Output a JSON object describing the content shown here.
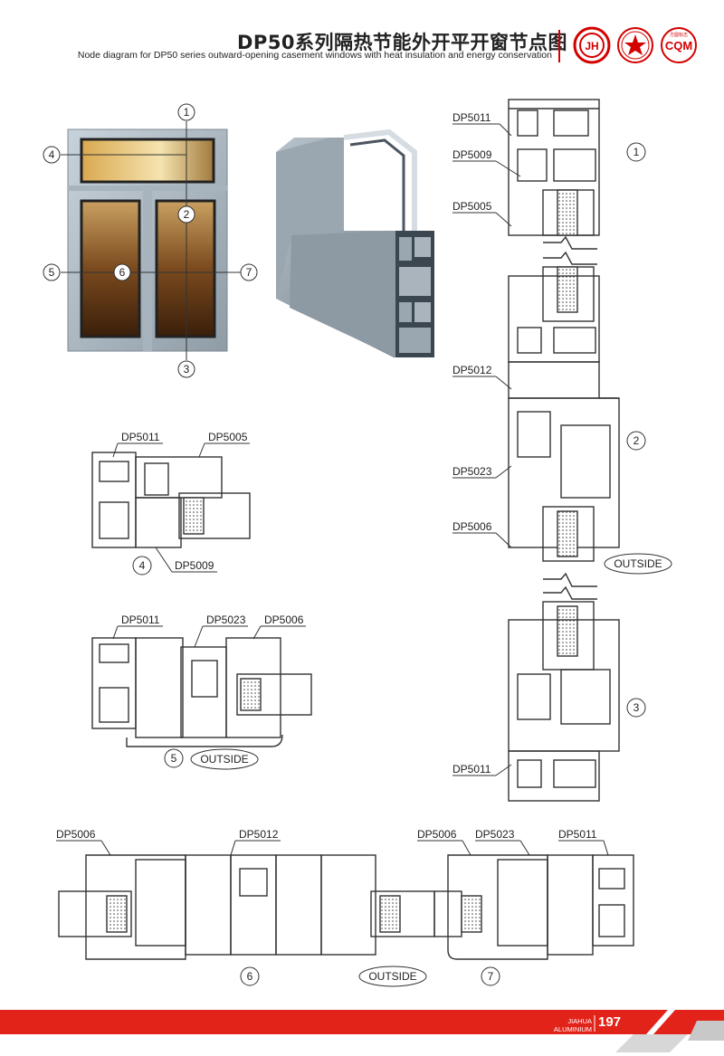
{
  "header": {
    "title_cn": "DP50系列隔热节能外开平开窗节点图",
    "subtitle_en": "Node diagram for DP50 series outward-opening casement windows with heat insulation and energy conservation",
    "logos": [
      "jiahua-logo",
      "certification-seal",
      "cqm-logo"
    ],
    "cqm_text": "CQM",
    "cqm_small": "方圆标志"
  },
  "elevation": {
    "callouts": [
      "1",
      "2",
      "3",
      "4",
      "5",
      "6",
      "7"
    ]
  },
  "profile_labels": {
    "right_column": [
      "DP5011",
      "DP5009",
      "DP5005",
      "DP5012",
      "DP5023",
      "DP5006",
      "DP5011"
    ],
    "right_nodes": [
      "1",
      "2",
      "3"
    ],
    "right_outside": "OUTSIDE",
    "node4": {
      "num": "4",
      "labels": [
        "DP5011",
        "DP5005",
        "DP5009"
      ]
    },
    "node5": {
      "num": "5",
      "labels": [
        "DP5011",
        "DP5023",
        "DP5006"
      ],
      "outside": "OUTSIDE"
    },
    "bottom": {
      "labels": [
        "DP5006",
        "DP5012",
        "DP5006",
        "DP5023",
        "DP5011"
      ],
      "nums": [
        "6",
        "7"
      ],
      "outside": "OUTSIDE"
    }
  },
  "footer": {
    "brand_line1": "JIAHUA",
    "brand_line2": "ALUMINIUM",
    "page_number": "197",
    "accent": "#e2231a"
  }
}
